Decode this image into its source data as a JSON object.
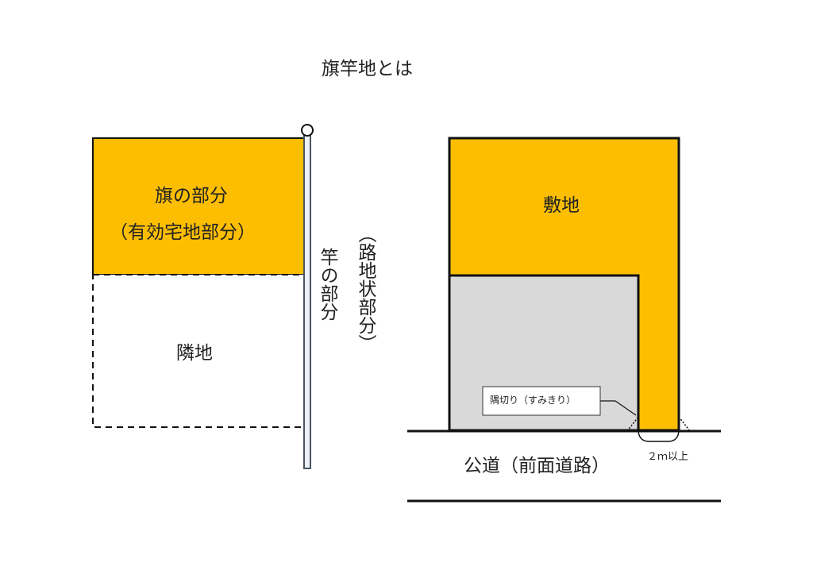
{
  "title": "旗竿地とは",
  "left_diagram": {
    "flag_part": "旗の部分",
    "flag_part_note": "（有効宅地部分）",
    "neighbor": "隣地",
    "pole_part": "竿の部分",
    "pole_part_note": "（路地状部分）"
  },
  "right_diagram": {
    "site": "敷地",
    "corner_cut": "隅切り（すみきり）",
    "road": "公道（前面道路）",
    "min_width": "２ｍ以上"
  },
  "colors": {
    "flag_fill": "#FDBE02",
    "gray_fill": "#D9D9D9",
    "line": "#111111"
  }
}
